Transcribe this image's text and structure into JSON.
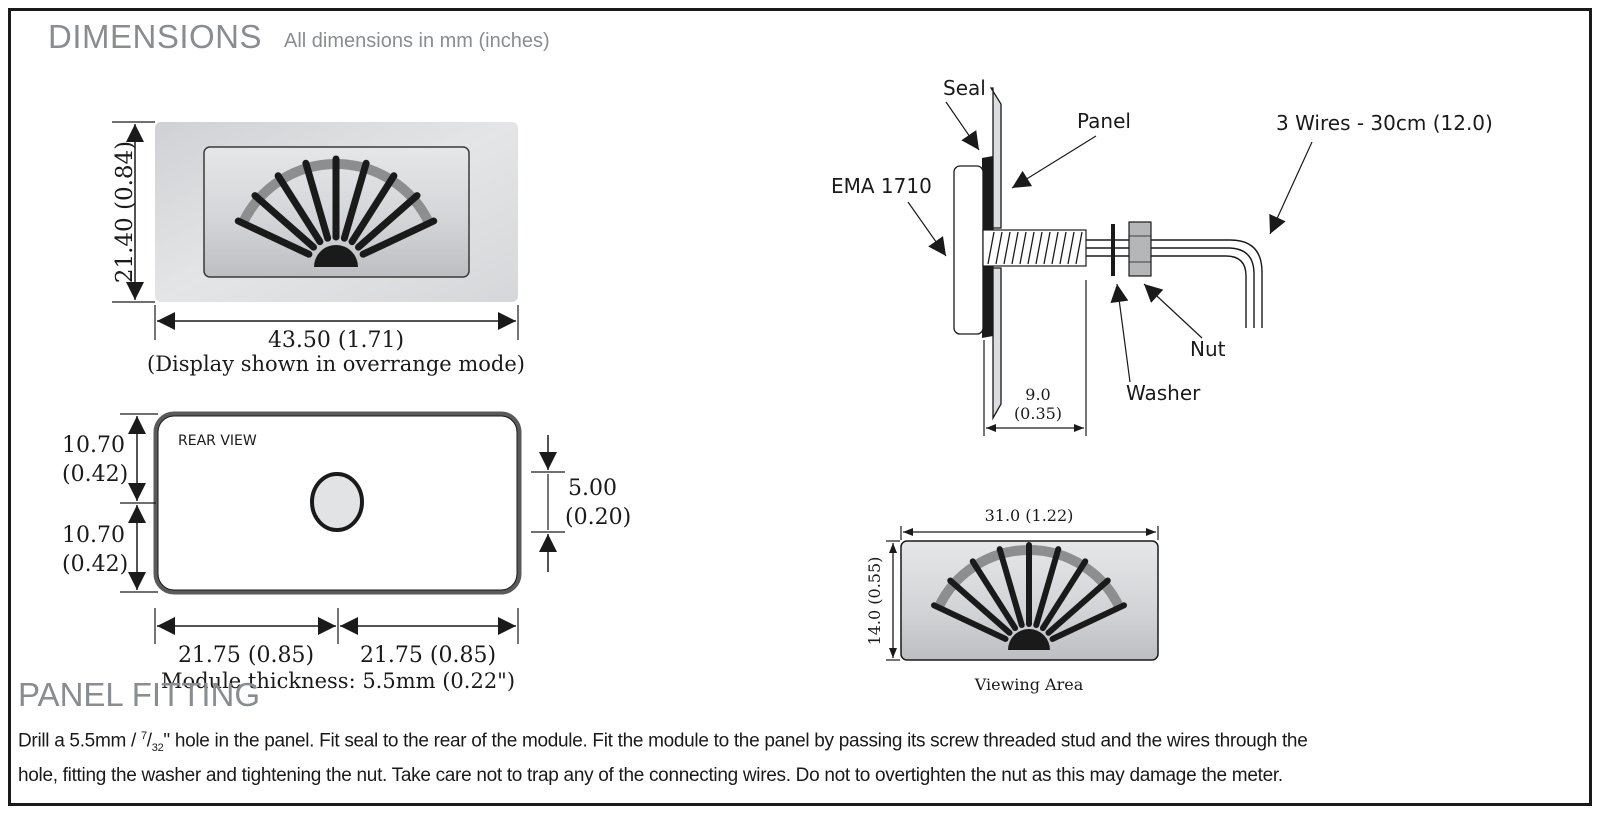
{
  "header": {
    "title": "DIMENSIONS",
    "subtitle": "All dimensions in mm (inches)"
  },
  "front_view": {
    "height_label": "21.40 (0.84)",
    "width_label": "43.50 (1.71)",
    "caption": "(Display shown in overrange mode)",
    "gauge_segments": 9
  },
  "rear_view": {
    "label": "REAR VIEW",
    "upper_height_mm": "10.70",
    "upper_height_in": "(0.42)",
    "lower_height_mm": "10.70",
    "lower_height_in": "(0.42)",
    "hole_mm": "5.00",
    "hole_in": "(0.20)",
    "left_width_label": "21.75 (0.85)",
    "right_width_label": "21.75 (0.85)",
    "thickness_label": "Module thickness: 5.5mm (0.22\")"
  },
  "side_view": {
    "seal_label": "Seal",
    "panel_label": "Panel",
    "model_label": "EMA 1710",
    "wires_label": "3 Wires - 30cm (12.0)",
    "nut_label": "Nut",
    "washer_label": "Washer",
    "stud_length_mm": "9.0",
    "stud_length_in": "(0.35)"
  },
  "viewing_area": {
    "width_label": "31.0  (1.22)",
    "height_label": "14.0  (0.55)",
    "caption": "Viewing  Area"
  },
  "panel_fitting": {
    "title": "PANEL FITTING",
    "line1_before": "Drill a 5.5mm / ",
    "frac_num": "7",
    "frac_den": "32",
    "line1_after": "\" hole in the panel.  Fit seal to the rear of the module.  Fit the module to the panel by passing its screw threaded stud and the wires through the",
    "line2": "hole, fitting the washer and tightening the nut.  Take care not to trap any of the connecting wires.  Do not to overtighten the nut as this may damage the meter."
  },
  "colors": {
    "frame": "#1a1a1a",
    "heading": "#8a8d90",
    "gauge_bar": "#1a1a1a",
    "gauge_arc": "#8c8e90",
    "panel_fill": "#dcdde0"
  }
}
